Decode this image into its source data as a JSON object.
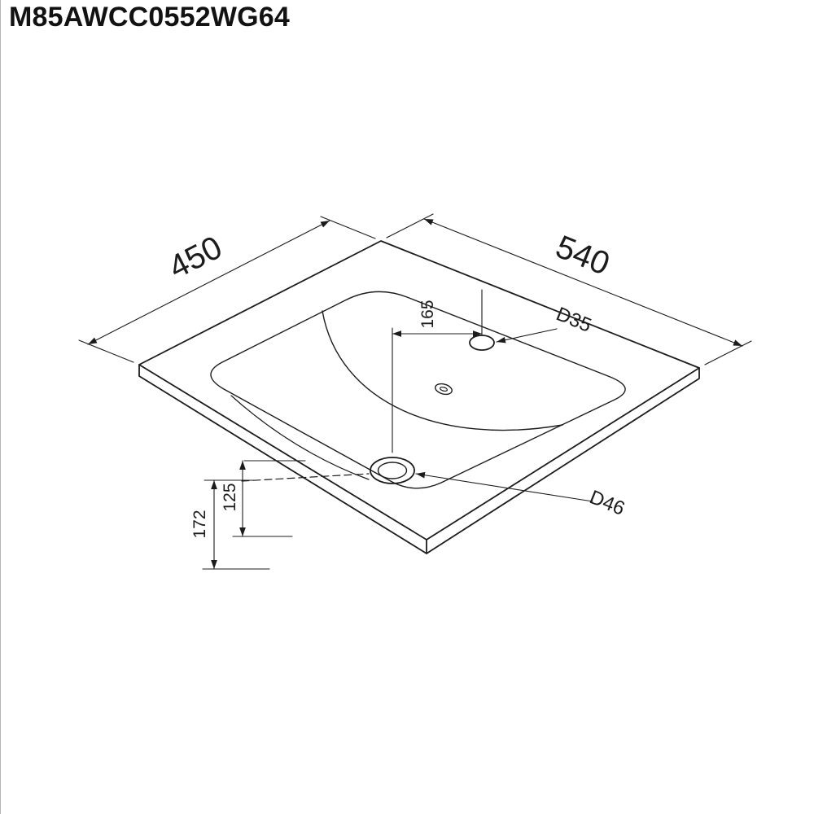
{
  "page": {
    "background": "#ffffff",
    "ink": "#1c1c1c"
  },
  "header": {
    "title": "M85AWCC0552WG64"
  },
  "drawing": {
    "subject": "washbasin-countertop-isometric-dimension-drawing",
    "labels": {
      "dim_left_edge": "450",
      "dim_right_edge": "540",
      "dim_faucet_offset": "165",
      "faucet_hole_diameter": "D35",
      "drain_hole_diameter": "D46",
      "dim_drain_offset_near": "125",
      "dim_drain_offset_far": "172"
    }
  }
}
